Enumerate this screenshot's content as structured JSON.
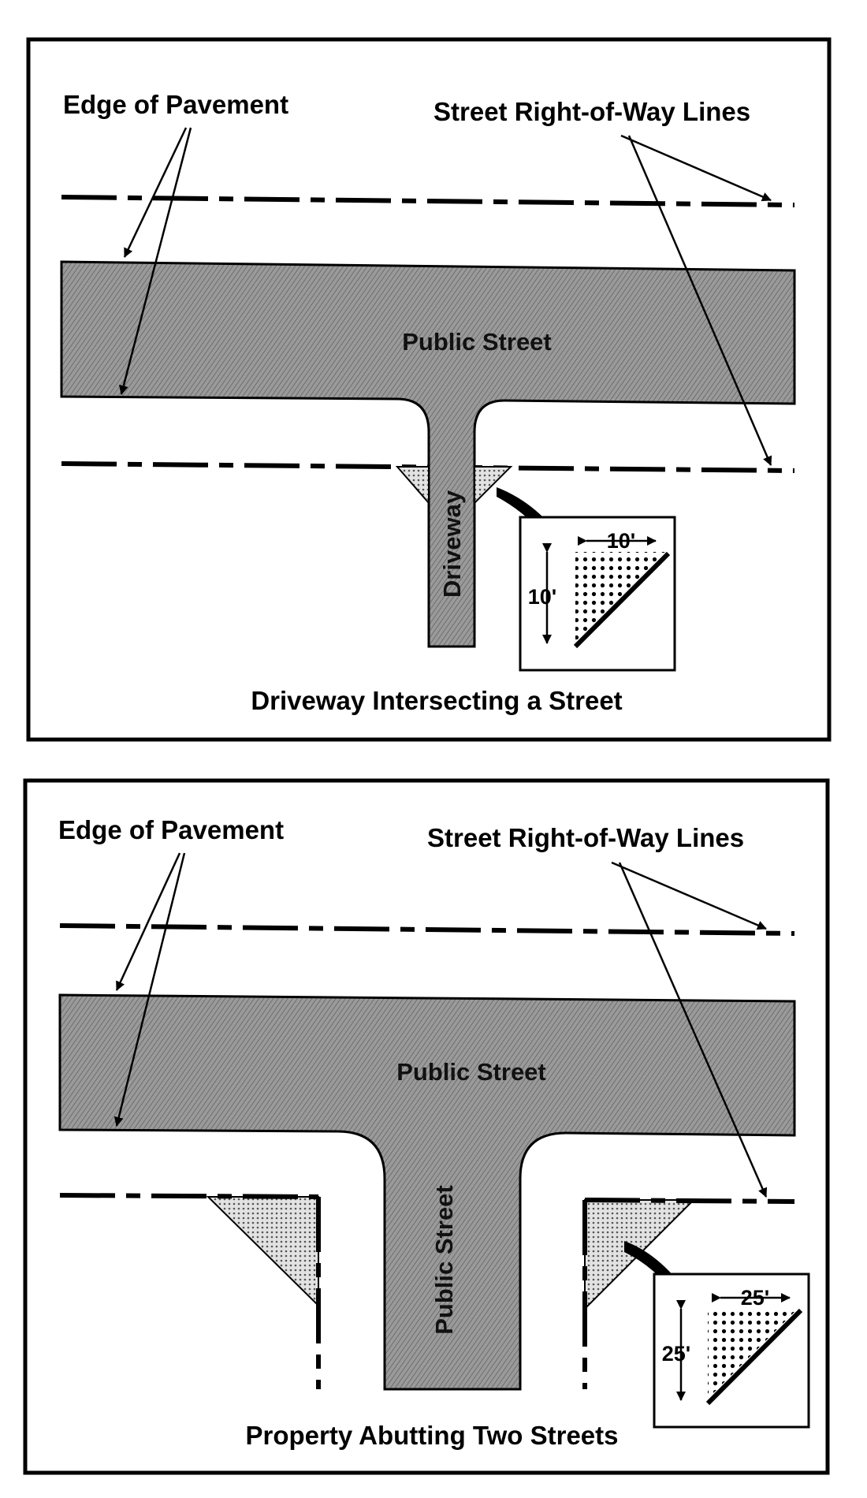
{
  "colors": {
    "ink": "#000000",
    "pavement": "#8c8c8c",
    "sight_triangle": "#d4d4d4",
    "paper": "#ffffff"
  },
  "panel_top": {
    "edge_label": "Edge of Pavement",
    "row_label": "Street Right-of-Way Lines",
    "street_label": "Public Street",
    "driveway_label": "Driveway",
    "inset_dim_h": "10'",
    "inset_dim_v": "10'",
    "caption": "Driveway Intersecting a Street"
  },
  "panel_bottom": {
    "edge_label": "Edge of Pavement",
    "row_label": "Street Right-of-Way Lines",
    "street_label": "Public Street",
    "side_street_label": "Public Street",
    "inset_dim_h": "25'",
    "inset_dim_v": "25'",
    "caption": "Property Abutting Two Streets"
  }
}
